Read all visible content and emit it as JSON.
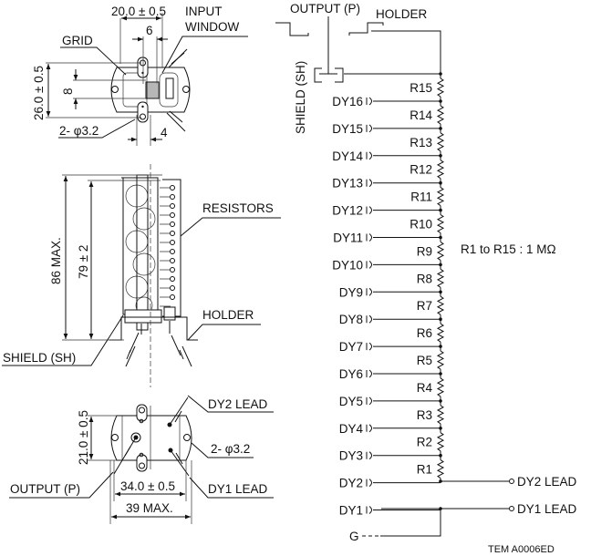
{
  "top_view": {
    "dim_width": "20.0 ± 0.5",
    "dim_window_width": "6",
    "dim_height": "26.0 ± 0.5",
    "dim_window_height": "8",
    "dim_offset": "4",
    "label_grid": "GRID",
    "label_input_1": "INPUT",
    "label_input_2": "WINDOW",
    "label_holes": "2- φ3.2"
  },
  "side_view": {
    "dim_overall": "86 MAX.",
    "dim_length": "79 ± 2",
    "label_resistors": "RESISTORS",
    "label_holder": "HOLDER",
    "label_shield": "SHIELD (SH)"
  },
  "bottom_view": {
    "dim_height": "21.0 ± 0.5",
    "dim_pitch": "34.0 ± 0.5",
    "dim_overall": "39 MAX.",
    "label_dy2": "DY2 LEAD",
    "label_dy1": "DY1 LEAD",
    "label_holes": "2- φ3.2",
    "label_output": "OUTPUT (P)"
  },
  "schematic": {
    "label_output": "OUTPUT (P)",
    "label_holder": "HOLDER",
    "label_shield": "SHIELD (SH)",
    "dynodes": [
      "DY16",
      "DY15",
      "DY14",
      "DY13",
      "DY12",
      "DY11",
      "DY10",
      "DY9",
      "DY8",
      "DY7",
      "DY6",
      "DY5",
      "DY4",
      "DY3",
      "DY2",
      "DY1"
    ],
    "resistors": [
      "R15",
      "R14",
      "R13",
      "R12",
      "R11",
      "R10",
      "R9",
      "R8",
      "R7",
      "R6",
      "R5",
      "R4",
      "R3",
      "R2",
      "R1"
    ],
    "resistor_note": "R1 to R15 : 1 MΩ",
    "lead_dy2": "DY2 LEAD",
    "lead_dy1": "DY1 LEAD",
    "grid": "G"
  },
  "drawing_code": "TEM A0006ED"
}
